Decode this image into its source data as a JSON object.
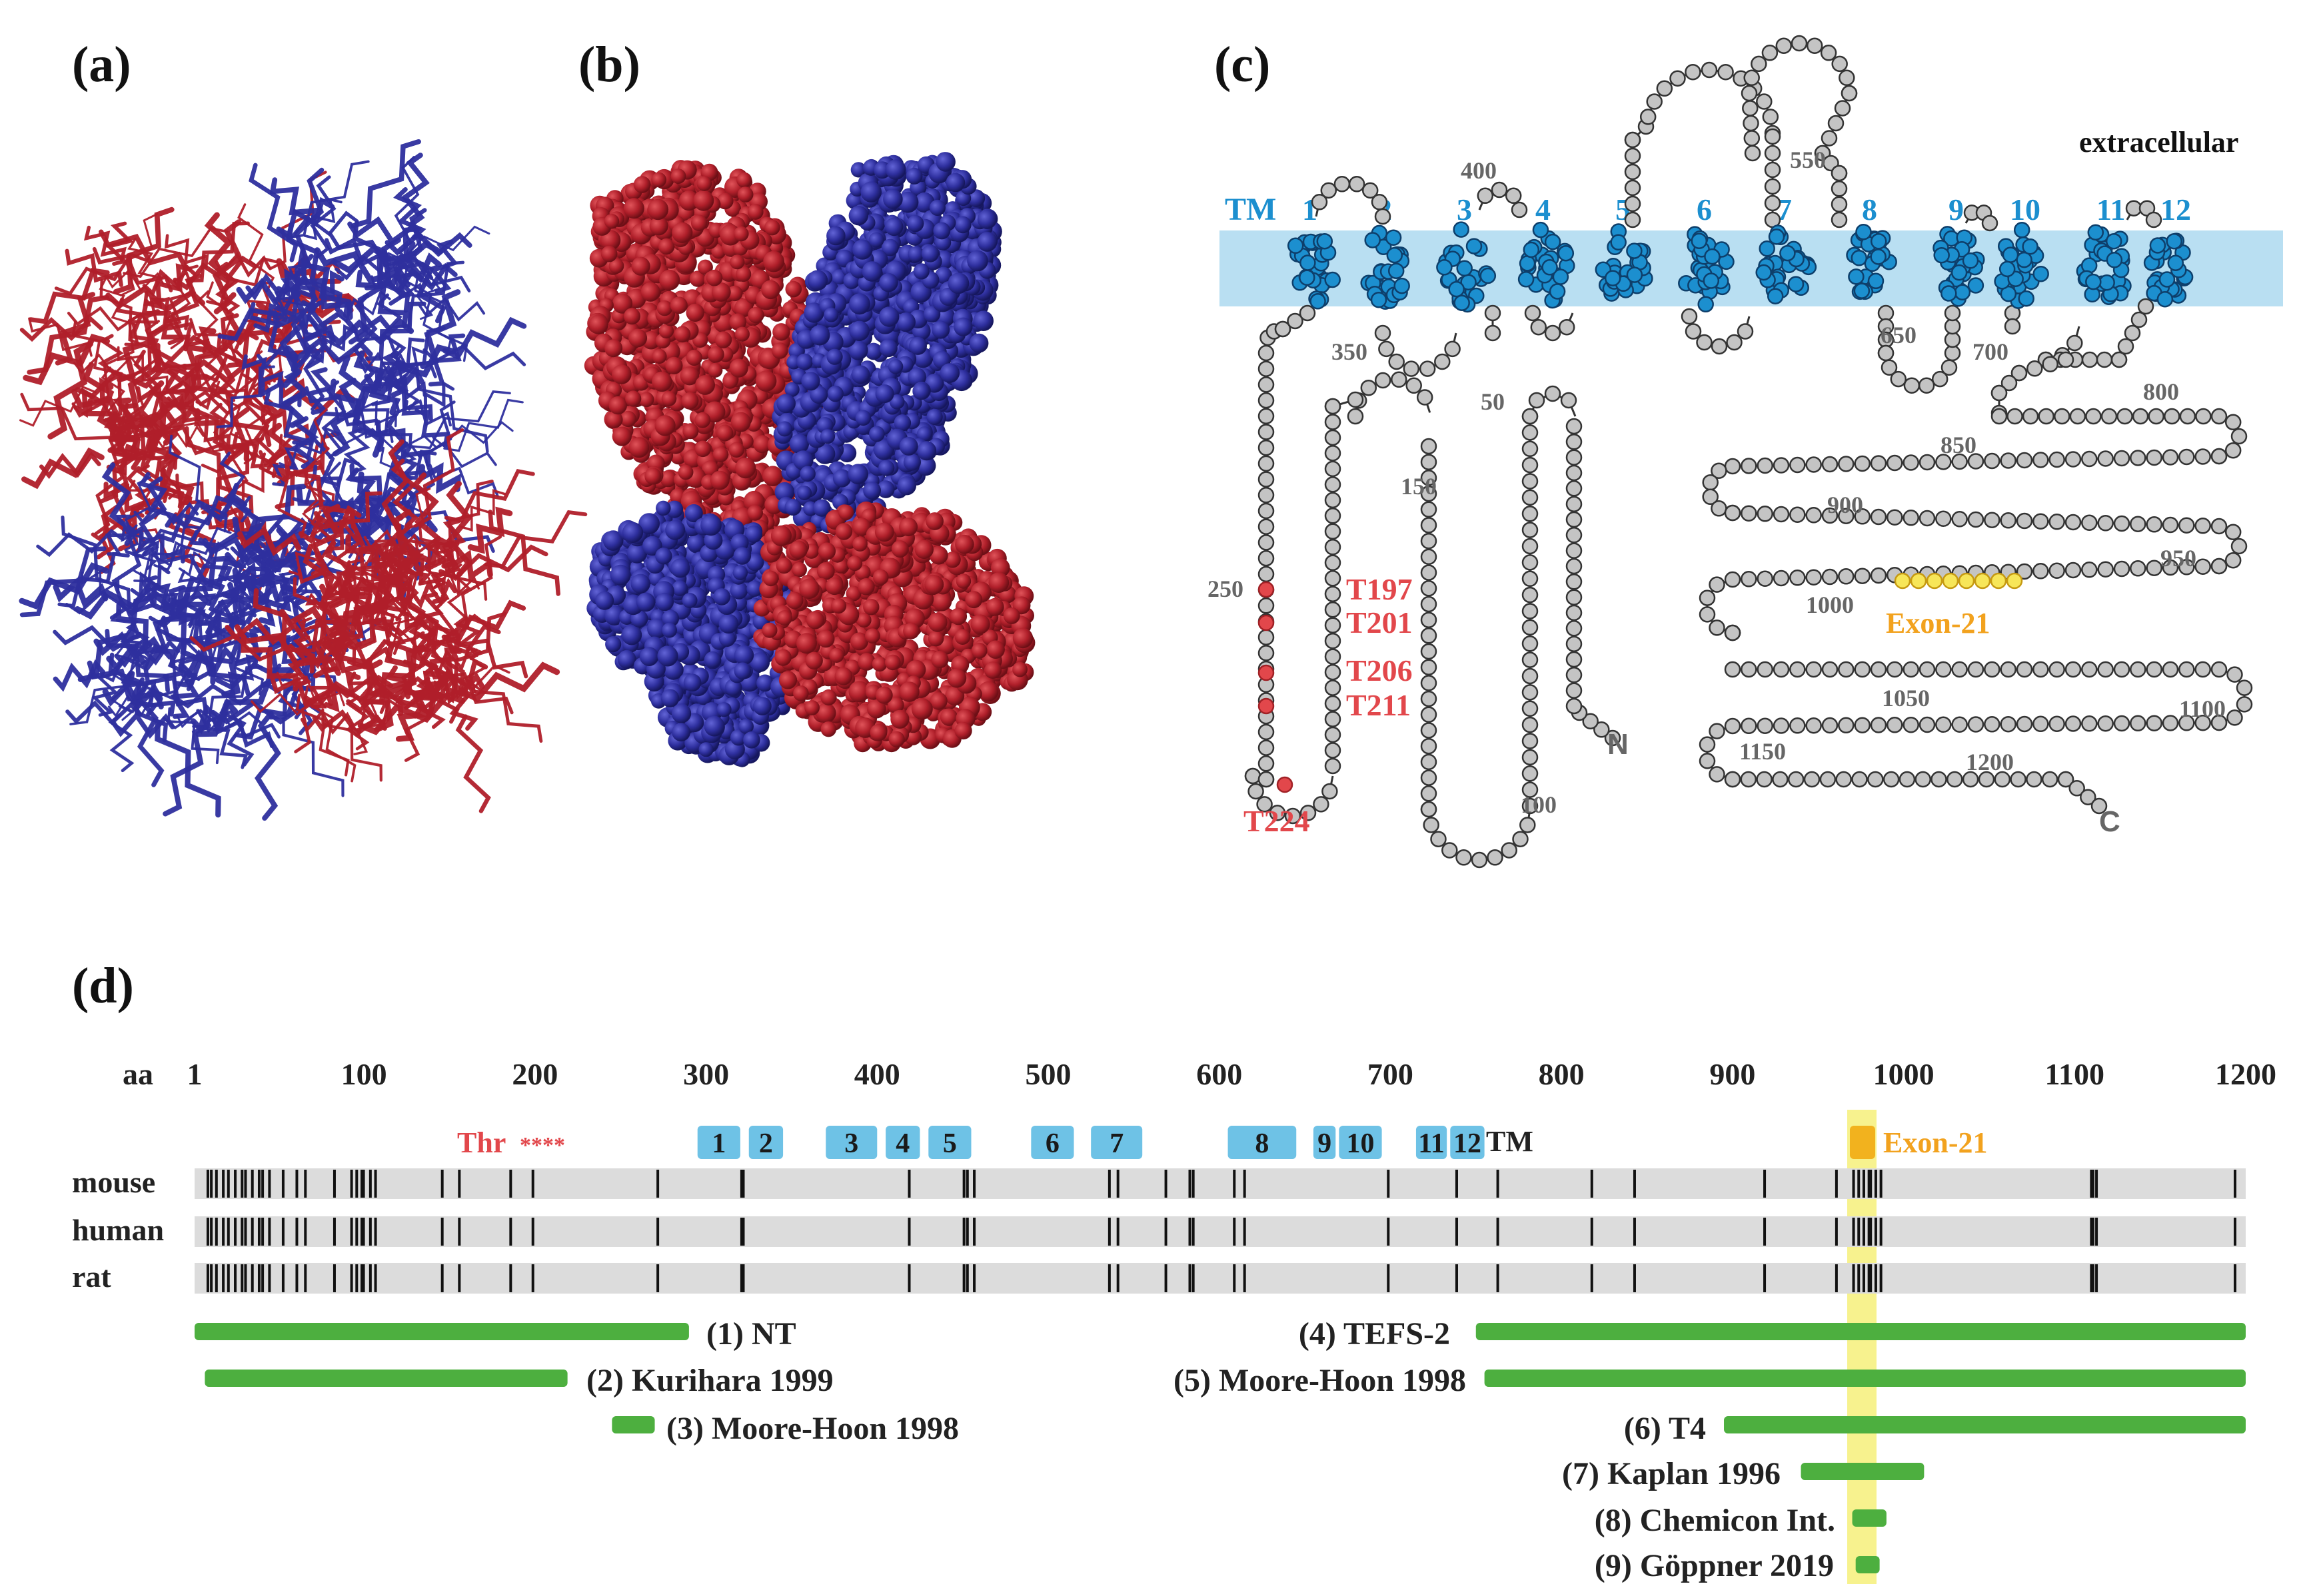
{
  "colors": {
    "red_chain": "#b01f2a",
    "blue_chain": "#2e2f9e",
    "membrane": "#b9dff2",
    "tm_bead": "#1c8fcf",
    "bead_grey": "#c4c4c4",
    "bead_dark": "#555555",
    "thr_red": "#e2474b",
    "exon_gold": "#f2b21e",
    "exon_yellow": "#f7e659",
    "track_grey": "#dcdcdc",
    "tm_box": "#6ec2e6",
    "antibody_green": "#4daf3f",
    "highlight_band": "#f6f07a"
  },
  "panels": {
    "a": {
      "label": "(a)"
    },
    "b": {
      "label": "(b)"
    },
    "c": {
      "label": "(c)",
      "extracellular_label": "extracellular",
      "tm_label": "TM",
      "tm_numbers": [
        "1",
        "2",
        "3",
        "4",
        "5",
        "6",
        "7",
        "8",
        "9",
        "10",
        "11",
        "12"
      ],
      "residue_labels": [
        "50",
        "100",
        "150",
        "250",
        "350",
        "400",
        "550",
        "650",
        "700",
        "800",
        "850",
        "900",
        "950",
        "1000",
        "1050",
        "1100",
        "1150",
        "1200"
      ],
      "thr_sites": [
        "T197",
        "T201",
        "T206",
        "T211",
        "T224"
      ],
      "exon_label": "Exon-21",
      "n_term": "N",
      "c_term": "C"
    },
    "d": {
      "label": "(d)",
      "axis_label": "aa",
      "ticks": [
        "1",
        "100",
        "200",
        "300",
        "400",
        "500",
        "600",
        "700",
        "800",
        "900",
        "1000",
        "1100",
        "1200"
      ],
      "thr_label": "Thr",
      "thr_stars": "****",
      "tm_boxes": [
        "1",
        "2",
        "3",
        "4",
        "5",
        "6",
        "7",
        "8",
        "9",
        "10",
        "11",
        "12"
      ],
      "tm_text": "TM",
      "exon_label": "Exon-21",
      "species": [
        "mouse",
        "human",
        "rat"
      ],
      "antibodies": [
        {
          "label": "(1) NT"
        },
        {
          "label": "(2) Kurihara 1999"
        },
        {
          "label": "(3) Moore-Hoon 1998"
        },
        {
          "label": "(4) TEFS-2"
        },
        {
          "label": "(5) Moore-Hoon 1998"
        },
        {
          "label": "(6) T4"
        },
        {
          "label": "(7) Kaplan 1996"
        },
        {
          "label": "(8) Chemicon Int."
        },
        {
          "label": "(9) Göppner 2019"
        }
      ]
    }
  }
}
